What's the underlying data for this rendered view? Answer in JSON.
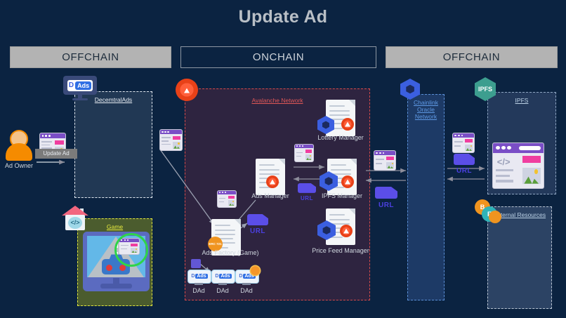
{
  "page": {
    "title": "Update Ad",
    "background_color": "#0b2341"
  },
  "headers": [
    {
      "label": "OFFCHAIN",
      "style": "filled"
    },
    {
      "label": "ONCHAIN",
      "style": "outlined"
    },
    {
      "label": "OFFCHAIN",
      "style": "filled"
    }
  ],
  "zones": {
    "decentralads": {
      "label": "DecemtralAds",
      "color": "#e8edf3",
      "fill": "#334864",
      "border": "#dfe6ee"
    },
    "game": {
      "label": "Game",
      "color": "#e9ec3e",
      "fill": "#4b5c2e",
      "border": "#e2e63f"
    },
    "avalanche": {
      "label": "Avalanche Network",
      "color": "#e05757",
      "fill": "#2e2440",
      "border": "#d44a4a"
    },
    "chainlink": {
      "label": "Chainlink Oracle Network",
      "color": "#5f9ae6",
      "fill": "#1d3a66",
      "border": "#5b8fd6"
    },
    "ipfs": {
      "label": "IPFS",
      "color": "#bcd2e6",
      "fill": "#23395b",
      "border": "#8fa6c2"
    },
    "external": {
      "label": "External Resources",
      "color": "#cfd9e4",
      "fill": "#2c4364",
      "border": "#b9c4d2"
    }
  },
  "actors": {
    "ad_owner": {
      "label": "Ad Owner"
    },
    "update_ad_action": {
      "label": "Update Ad"
    },
    "decentralads_logo": {
      "d": "D",
      "ads": "Ads"
    }
  },
  "contracts": [
    {
      "name": "Lottery Manager",
      "badges": [
        "chainlink",
        "avalanche"
      ]
    },
    {
      "name": "Ads Manager",
      "badges": [
        "avalanche"
      ]
    },
    {
      "name": "IPFS Manager",
      "badges": [
        "chainlink",
        "avalanche"
      ]
    },
    {
      "name": "Price Feed Manager",
      "badges": [
        "chainlink",
        "avalanche"
      ]
    },
    {
      "name": "Ads Factory (Game)",
      "badges": [
        "erc721"
      ]
    }
  ],
  "tokens": {
    "erc721_badge": "ERC 721",
    "items": [
      {
        "label": "DAd",
        "highlighted": false
      },
      {
        "label": "DAd",
        "highlighted": false
      },
      {
        "label": "DAd",
        "highlighted": true
      }
    ]
  },
  "icons": {
    "url_label": "URL",
    "ipfs_badge": "IPFS",
    "code_glyph": "</>",
    "coin_b": "B",
    "coin_eth": "E"
  }
}
